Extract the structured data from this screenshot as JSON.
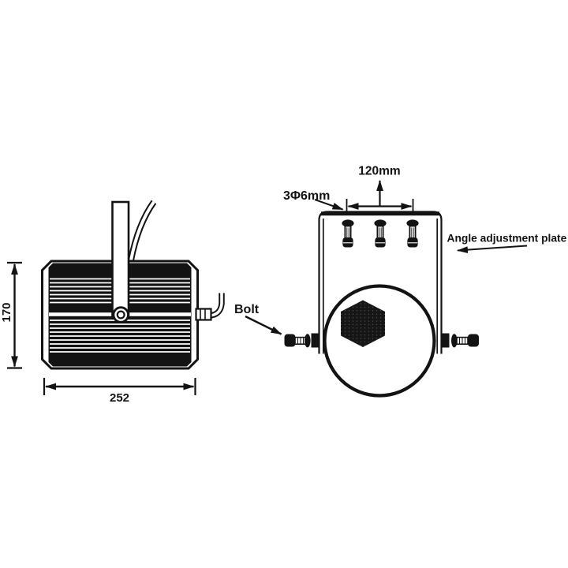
{
  "colors": {
    "ink": "#131313",
    "paper": "#ffffff"
  },
  "side_view": {
    "height_dim": "170",
    "width_dim": "252"
  },
  "front_view": {
    "spacing_dim": "120mm",
    "holes_label": "3Φ6mm",
    "plate_label": "Angle adjustment plate",
    "bolt_label": "Bolt"
  }
}
